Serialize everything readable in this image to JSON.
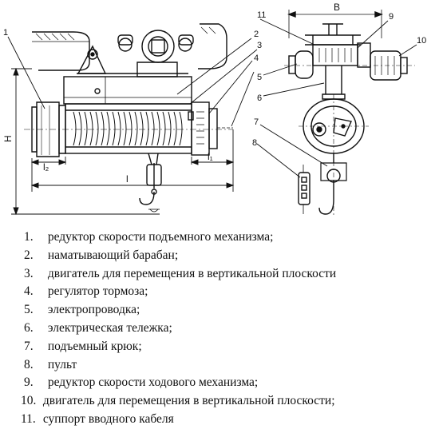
{
  "callouts": [
    "1",
    "2",
    "3",
    "4",
    "5",
    "6",
    "7",
    "8",
    "9",
    "10",
    "11"
  ],
  "dimensions": {
    "height": "H",
    "width": "B",
    "length": "l",
    "length_left": "l₂",
    "length_right": "l₁"
  },
  "legend": [
    {
      "num": "1.",
      "text": "редуктор скорости подъемного механизма;"
    },
    {
      "num": "2.",
      "text": "наматывающий барабан;"
    },
    {
      "num": "3.",
      "text": "двигатель для перемещения в вертикальной плоскости"
    },
    {
      "num": "4.",
      "text": "регулятор тормоза;"
    },
    {
      "num": "5.",
      "text": "электропроводка;"
    },
    {
      "num": "6.",
      "text": "электрическая тележка;"
    },
    {
      "num": "7.",
      "text": "подъемный крюк;"
    },
    {
      "num": "8.",
      "text": "пульт"
    },
    {
      "num": "9.",
      "text": "редуктор скорости ходового механизма;"
    },
    {
      "num": "10.",
      "text": "двигатель для перемещения в вертикальной плоскости;"
    },
    {
      "num": "11.",
      "text": "суппорт вводного кабеля"
    }
  ]
}
